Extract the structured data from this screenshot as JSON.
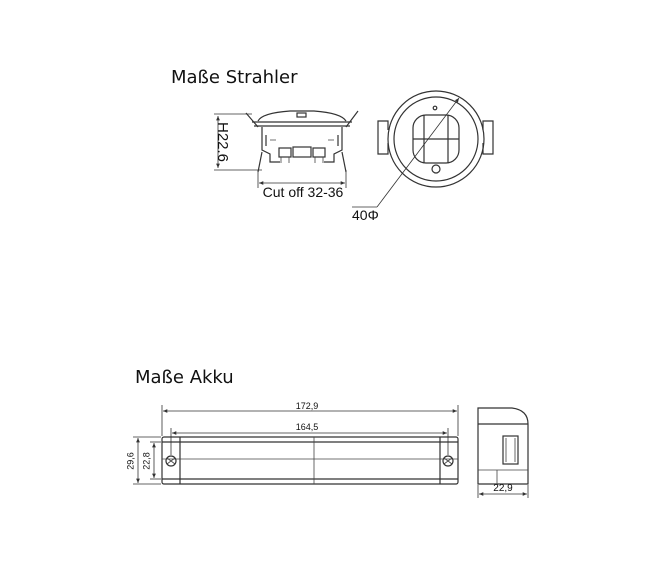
{
  "strahler": {
    "title": "Maße Strahler",
    "height_label": "H22.6",
    "cutoff_label": "Cut off 32-36",
    "diameter_label": "40Φ"
  },
  "akku": {
    "title": "Maße Akku",
    "length_outer": "172,9",
    "length_inner": "164,5",
    "height_outer": "29,6",
    "height_inner": "22,8",
    "width": "22,9"
  }
}
